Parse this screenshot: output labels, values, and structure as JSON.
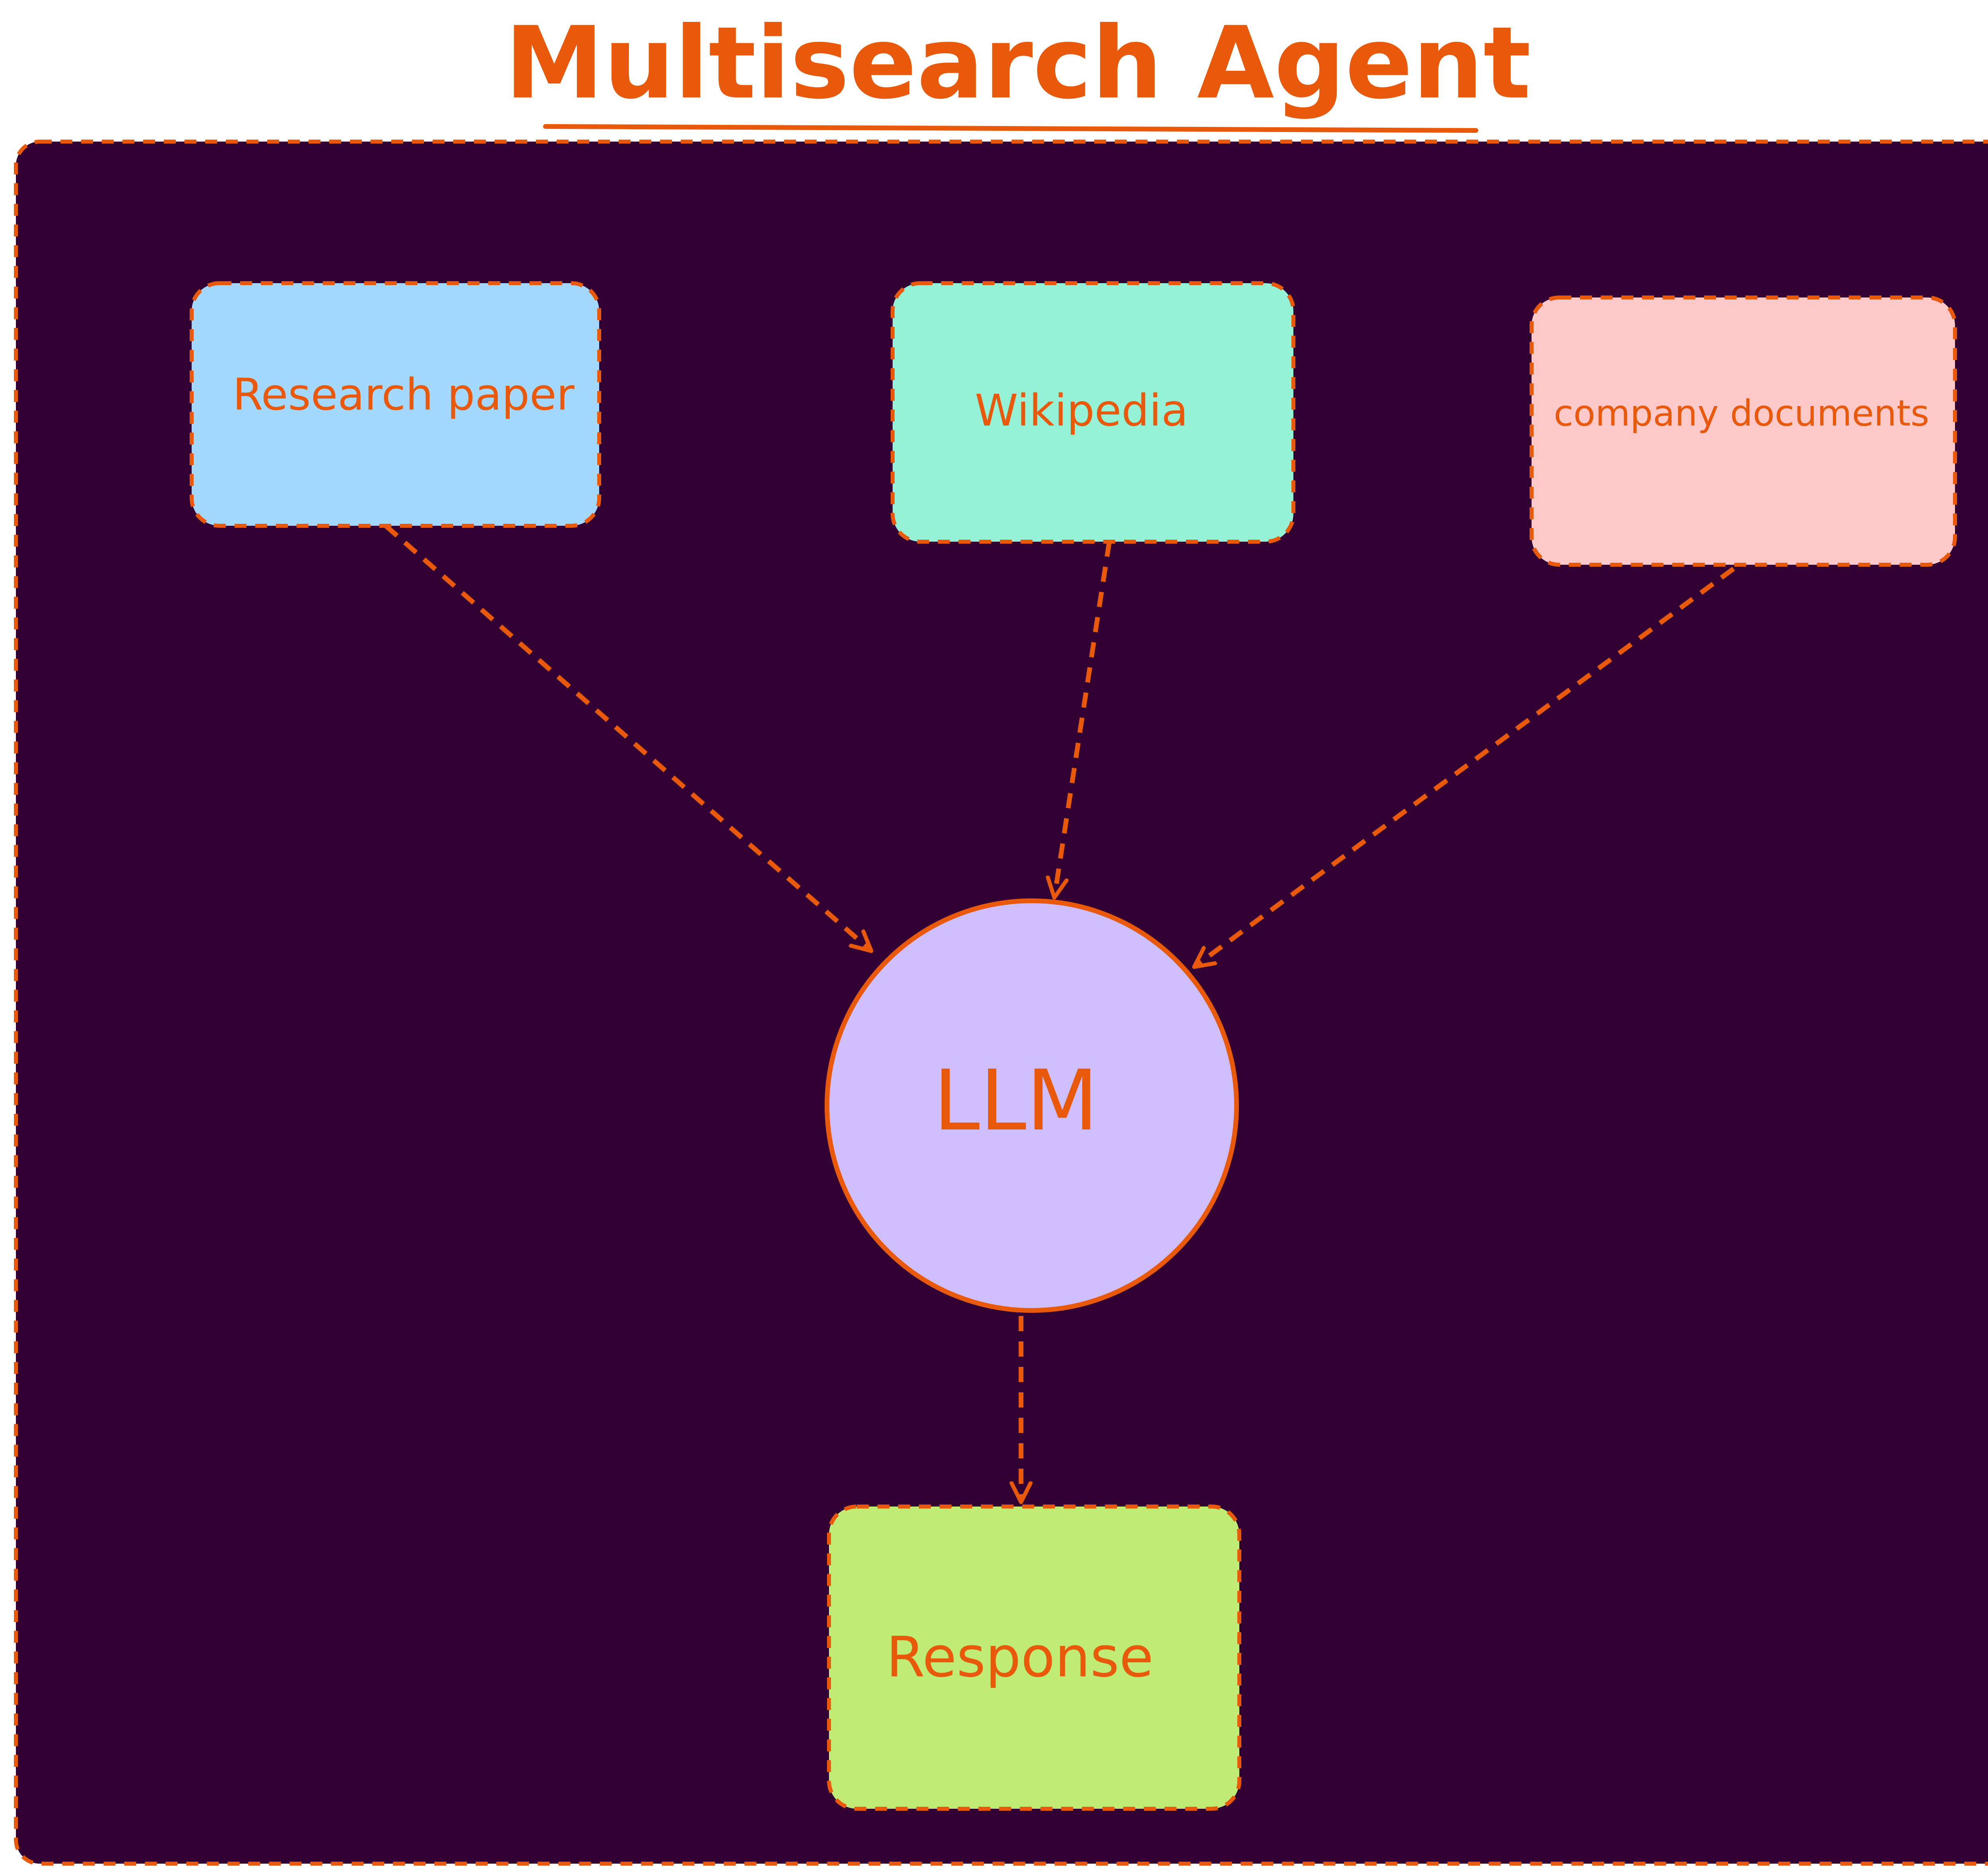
{
  "title": "Multisearch Agent",
  "colors": {
    "accent": "#e8590c",
    "container_background": "#330033",
    "page_background": "#ffffff",
    "research_paper_fill": "#a5d8ff",
    "wikipedia_fill": "#96f2d7",
    "company_documents_fill": "#ffc9c9",
    "llm_fill": "#d0bfff",
    "response_fill": "#c0eb75"
  },
  "nodes": {
    "research_paper": {
      "label": "Research paper",
      "shape": "rounded-rectangle"
    },
    "wikipedia": {
      "label": "Wikipedia",
      "shape": "rounded-rectangle"
    },
    "company_documents": {
      "label": "company documents",
      "shape": "rounded-rectangle"
    },
    "llm": {
      "label": "LLM",
      "shape": "circle"
    },
    "response": {
      "label": "Response",
      "shape": "rounded-rectangle"
    }
  },
  "edges": [
    {
      "from": "Research paper",
      "to": "LLM",
      "style": "dashed-arrow"
    },
    {
      "from": "Wikipedia",
      "to": "LLM",
      "style": "dashed-arrow"
    },
    {
      "from": "company documents",
      "to": "LLM",
      "style": "dashed-arrow"
    },
    {
      "from": "LLM",
      "to": "Response",
      "style": "dashed-arrow"
    }
  ]
}
